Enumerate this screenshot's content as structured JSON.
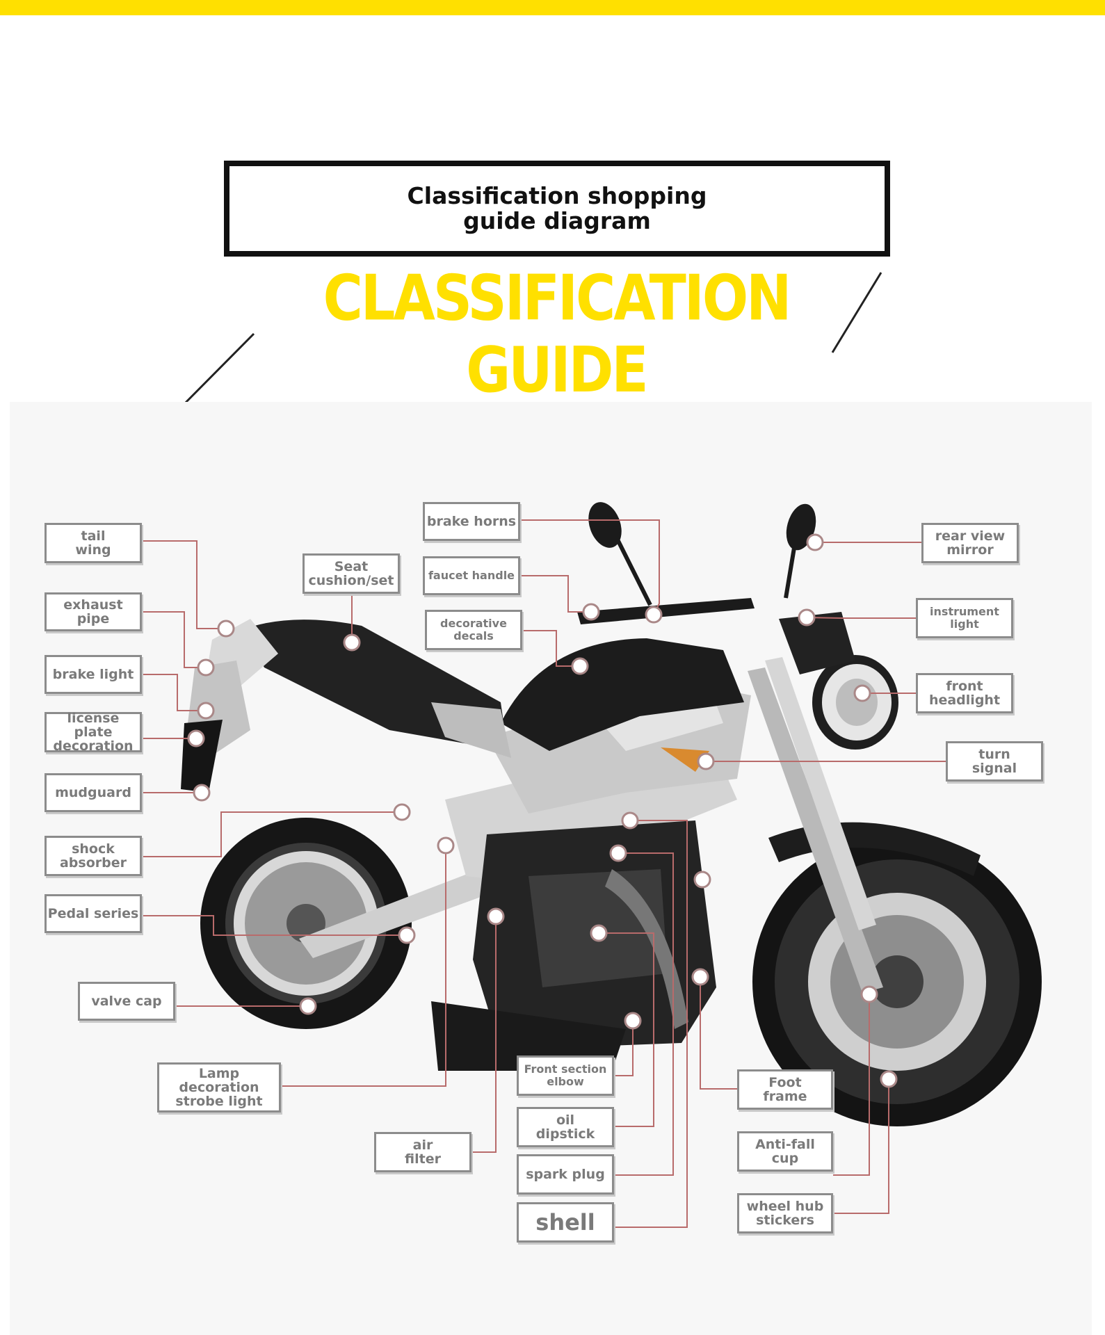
{
  "header": {
    "box_line1": "Classification shopping",
    "box_line2": "guide diagram",
    "big_title": "CLASSIFICATION GUIDE"
  },
  "colors": {
    "accent_yellow": "#FFE000",
    "leader_line": "#b86b6b",
    "label_border": "#8c8c8c",
    "label_text": "#7a7a7a"
  },
  "labels": {
    "tail_wing": [
      "tail",
      "wing"
    ],
    "exhaust_pipe": [
      "exhaust",
      "pipe"
    ],
    "brake_light": [
      "brake light"
    ],
    "license_plate": [
      "license plate",
      "decoration"
    ],
    "mudguard": [
      "mudguard"
    ],
    "shock_absorber": [
      "shock",
      "absorber"
    ],
    "pedal_series": [
      "Pedal series"
    ],
    "valve_cap": [
      "valve cap"
    ],
    "lamp_decoration": [
      "Lamp decoration",
      "strobe light"
    ],
    "seat_cushion": [
      "Seat",
      "cushion/set"
    ],
    "brake_horns": [
      "brake horns"
    ],
    "faucet_handle": [
      "faucet handle"
    ],
    "decorative_decals": [
      "decorative",
      "decals"
    ],
    "air_filter": [
      "air",
      "filter"
    ],
    "front_section_elbow": [
      "Front section",
      "elbow"
    ],
    "oil_dipstick": [
      "oil",
      "dipstick"
    ],
    "spark_plug": [
      "spark plug"
    ],
    "shell": [
      "shell"
    ],
    "rear_view_mirror": [
      "rear view",
      "mirror"
    ],
    "instrument_light": [
      "instrument",
      "light"
    ],
    "front_headlight": [
      "front",
      "headlight"
    ],
    "turn_signal": [
      "turn",
      "signal"
    ],
    "foot_frame": [
      "Foot",
      "frame"
    ],
    "anti_fall_cup": [
      "Anti-fall",
      "cup"
    ],
    "wheel_hub_stickers": [
      "wheel hub",
      "stickers"
    ]
  }
}
